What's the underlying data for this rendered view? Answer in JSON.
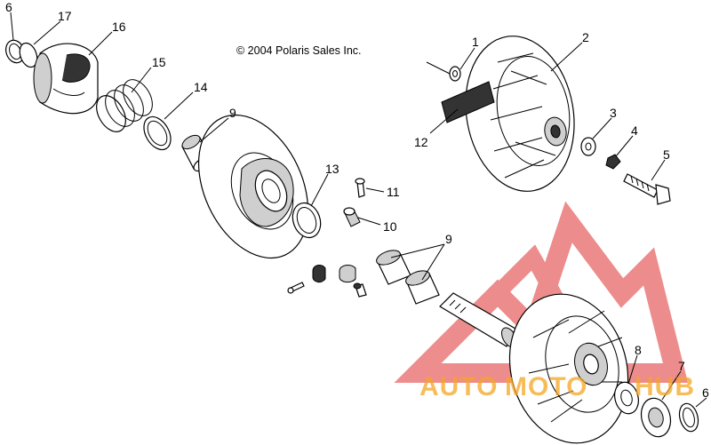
{
  "copyright": "© 2004 Polaris Sales Inc.",
  "watermark": {
    "text_a": "AUTO",
    "text_b": "MOTO",
    "text_c": "HUB",
    "color_red": "#e03030",
    "color_orange": "#f5a623"
  },
  "callouts": {
    "c1": "1",
    "c2": "2",
    "c3": "3",
    "c4": "4",
    "c5": "5",
    "c6a": "6",
    "c6b": "6",
    "c7": "7",
    "c8": "8",
    "c9a": "9",
    "c9b": "9",
    "c10": "10",
    "c11": "11",
    "c12": "12",
    "c13": "13",
    "c14": "14",
    "c15": "15",
    "c16": "16",
    "c17": "17"
  }
}
